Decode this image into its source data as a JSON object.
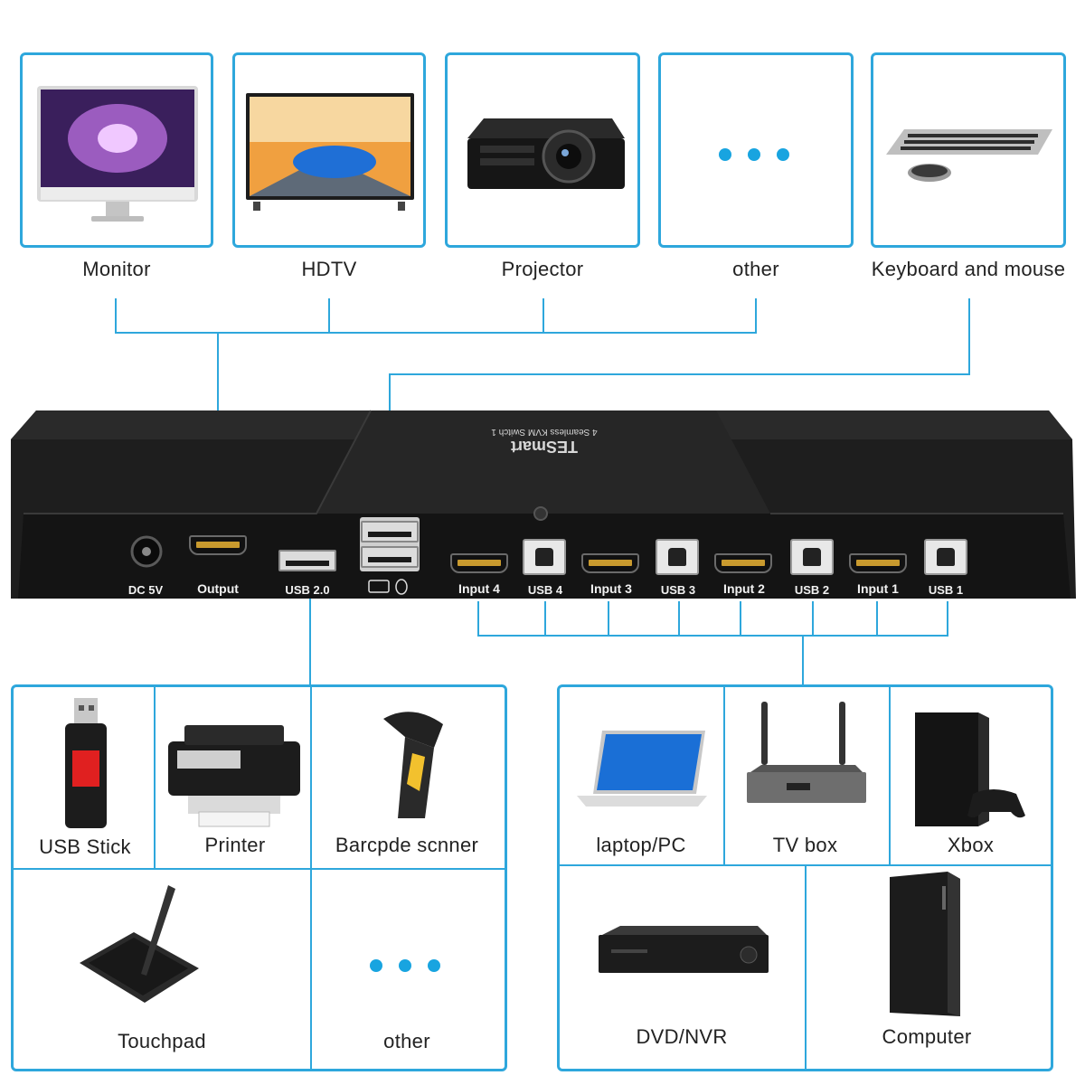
{
  "outputs": [
    {
      "label": "Monitor",
      "icon": "monitor-icon"
    },
    {
      "label": "HDTV",
      "icon": "hdtv-icon"
    },
    {
      "label": "Projector",
      "icon": "projector-icon"
    },
    {
      "label": "other",
      "icon": "more-dots-icon"
    },
    {
      "label": "Keyboard and mouse",
      "icon": "keyboard-mouse-icon"
    }
  ],
  "device": {
    "brand": "TESmart",
    "model": "4 Seamless KVM Switch 1",
    "ports": {
      "dc": "DC 5V",
      "output": "Output",
      "usb20": "USB 2.0",
      "input4": "Input 4",
      "usb4": "USB 4",
      "input3": "Input 3",
      "usb3": "USB 3",
      "input2": "Input 2",
      "usb2": "USB 2",
      "input1": "Input 1",
      "usb1": "USB 1"
    }
  },
  "usb_devices": [
    {
      "label": "USB Stick",
      "icon": "usb-stick-icon"
    },
    {
      "label": "Printer",
      "icon": "printer-icon"
    },
    {
      "label": "Barcpde scnner",
      "icon": "barcode-scanner-icon"
    },
    {
      "label": "Touchpad",
      "icon": "touchpad-icon"
    },
    {
      "label": "other",
      "icon": "more-dots-icon"
    }
  ],
  "sources": [
    {
      "label": "laptop/PC",
      "icon": "laptop-icon"
    },
    {
      "label": "TV box",
      "icon": "tv-box-icon"
    },
    {
      "label": "Xbox",
      "icon": "console-icon"
    },
    {
      "label": "DVD/NVR",
      "icon": "dvd-nvr-icon"
    },
    {
      "label": "Computer",
      "icon": "computer-tower-icon"
    }
  ],
  "colors": {
    "accent": "#2ea7dc",
    "device": "#1c1c1c"
  }
}
